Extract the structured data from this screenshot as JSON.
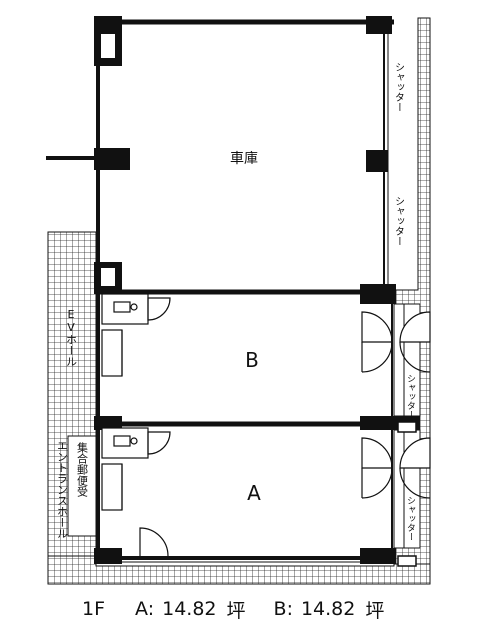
{
  "rooms": {
    "garage": "車庫",
    "unit_b": "B",
    "unit_a": "A"
  },
  "labels": {
    "shutter": "シャッター",
    "ev_hall": "EVホール",
    "mailbox": "集合郵便受",
    "entrance_hall": "エントランスホール"
  },
  "caption": {
    "floor": "1F",
    "unit_a_prefix": "A:",
    "unit_a_area": "14.82",
    "unit_b_prefix": "B:",
    "unit_b_area": "14.82",
    "unit": "坪"
  },
  "colors": {
    "wall": "#111111",
    "tile_line": "#222222",
    "background": "#ffffff"
  }
}
